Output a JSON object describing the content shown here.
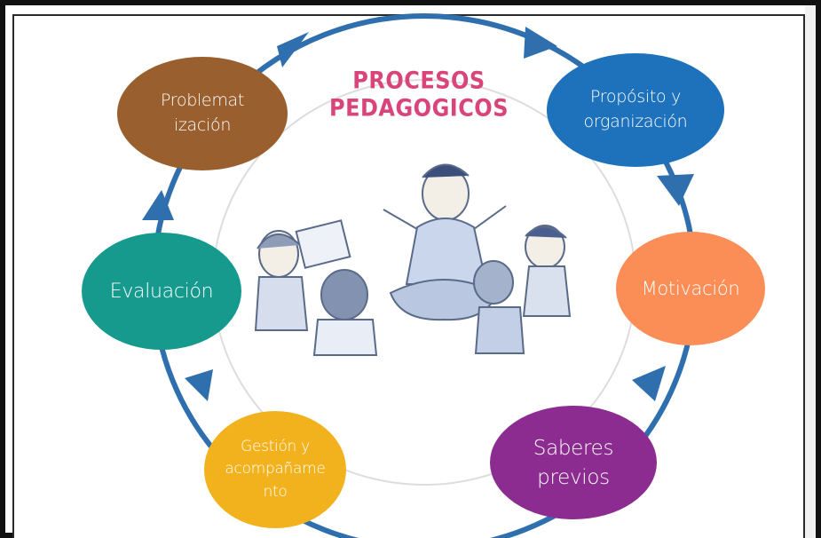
{
  "title": "PROCESOS PEDAGOGICOS",
  "colors": {
    "cycle": "#2f6fae",
    "title": "#d9457a"
  },
  "nodes": [
    {
      "id": "problematizacion",
      "line1": "Problemat",
      "line2": "ización",
      "color": "#9a5f2e"
    },
    {
      "id": "proposito",
      "line1": "Propósito y",
      "line2": "organización",
      "color": "#1e72bc"
    },
    {
      "id": "motivacion",
      "line1": "Motivación",
      "color": "#fb8d57"
    },
    {
      "id": "saberes",
      "line1": "Saberes",
      "line2": "previos",
      "color": "#8c2b90"
    },
    {
      "id": "gestion",
      "line1": "Gestión y",
      "line2": "acompañame",
      "line3": "nto",
      "color": "#f2b21d"
    },
    {
      "id": "evaluacion",
      "line1": "Evaluación",
      "color": "#169a8e"
    }
  ],
  "illustration": "children-sitting-in-circle-with-teacher"
}
